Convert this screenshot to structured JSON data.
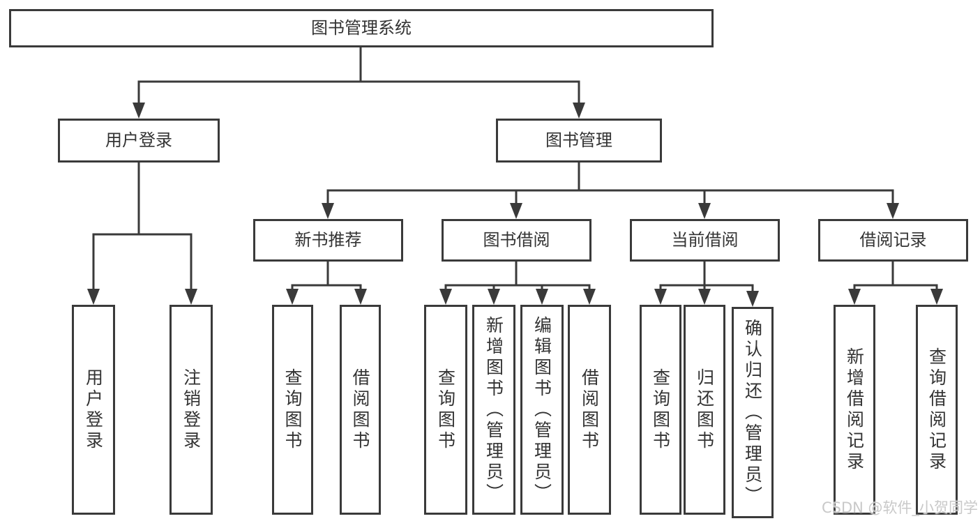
{
  "diagram": {
    "title_node": "图书管理系统",
    "level2": [
      "用户登录",
      "图书管理"
    ],
    "level3": [
      "新书推荐",
      "图书借阅",
      "当前借阅",
      "借阅记录"
    ],
    "leaves_user_login": [
      "用户登录",
      "注销登录"
    ],
    "leaves_new_book": [
      "查询图书",
      "借阅图书"
    ],
    "leaves_book_borrow": [
      "查询图书",
      "新增图书（管理员）",
      "编辑图书（管理员）",
      "借阅图书"
    ],
    "leaves_current_borrow": [
      "查询图书",
      "归还图书",
      "确认归还（管理员）"
    ],
    "leaves_borrow_record": [
      "新增借阅记录",
      "查询借阅记录"
    ]
  },
  "watermark": {
    "text": "CSDN @软件_小贺同学"
  },
  "colors": {
    "line": "#3a3a3a",
    "box_border": "#3a3a3a",
    "text": "#333333",
    "background": "#ffffff",
    "watermark": "#c9c9c9"
  }
}
